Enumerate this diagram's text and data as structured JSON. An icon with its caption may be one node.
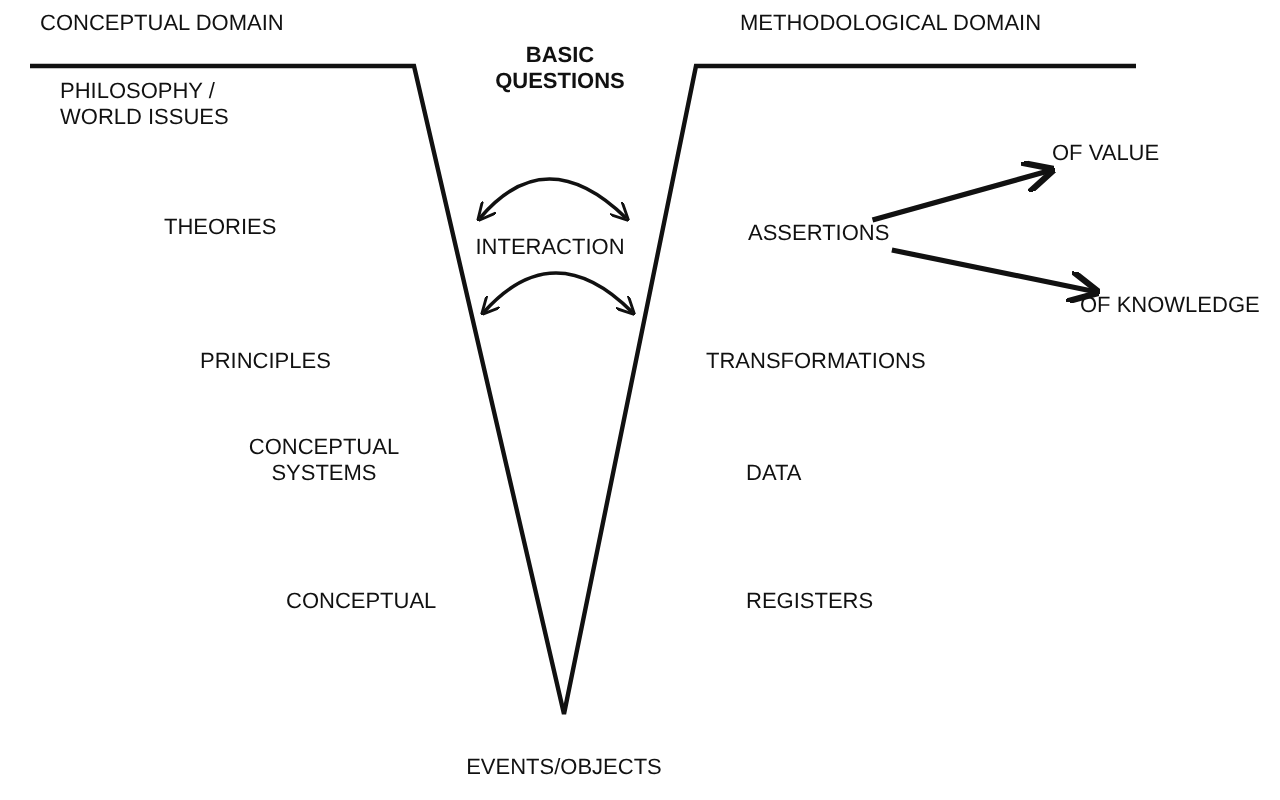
{
  "diagram": {
    "nodes": [
      {
        "text": [
          "ASSERTIONS"
        ]
      },
      {
        "text": [
          "OF VALUE"
        ]
      },
      {
        "text": [
          "OF KNOWLEDGE"
        ]
      }
    ],
    "edges": [
      {
        "from": 0,
        "to": 1,
        "arrow": "to"
      },
      {
        "from": 0,
        "to": 2,
        "arrow": "to"
      }
    ],
    "labels": [
      "CONCEPTUAL DOMAIN",
      "METHODOLOGICAL DOMAIN",
      "BASIC QUESTIONS",
      "PHILOSOPHY / WORLD ISSUES",
      "THEORIES",
      "INTERACTION",
      "PRINCIPLES",
      "TRANSFORMATIONS",
      "CONCEPTUAL SYSTEMS",
      "DATA",
      "CONCEPTUAL",
      "REGISTERS",
      "EVENTS/OBJECTS"
    ]
  }
}
